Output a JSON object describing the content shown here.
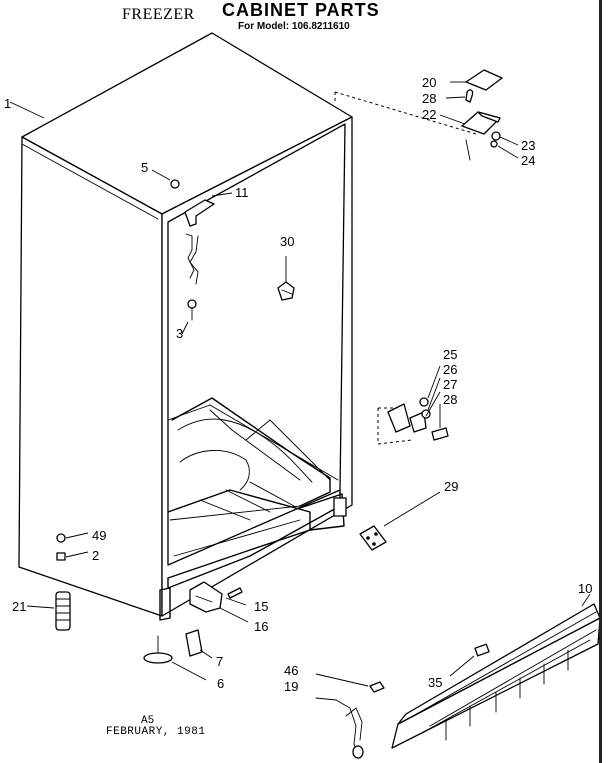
{
  "header": {
    "section": "FREEZER",
    "title": "CABINET PARTS",
    "model_line": "For Model: 106.8211610"
  },
  "footer": {
    "code": "A5",
    "date": "FEBRUARY, 1981"
  },
  "callouts": {
    "c1": "1",
    "c2": "2",
    "c3": "3",
    "c5": "5",
    "c6": "6",
    "c7": "7",
    "c10": "10",
    "c11": "11",
    "c15": "15",
    "c16": "16",
    "c19": "19",
    "c20": "20",
    "c21": "21",
    "c22": "22",
    "c23": "23",
    "c24": "24",
    "c25": "25",
    "c26": "26",
    "c27": "27",
    "c28a": "28",
    "c28b": "28",
    "c29": "29",
    "c30": "30",
    "c35": "35",
    "c46": "46",
    "c49": "49"
  }
}
